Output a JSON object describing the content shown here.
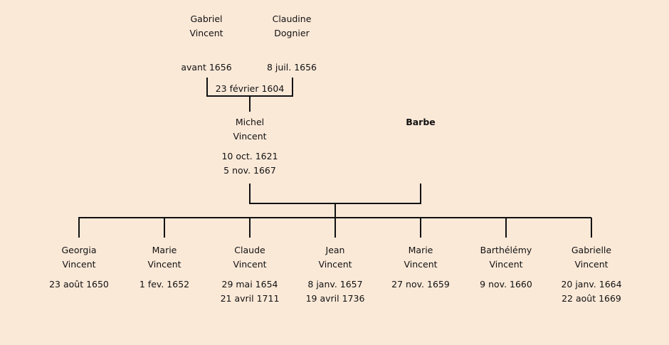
{
  "grandparents": {
    "father": {
      "first_name": "Gabriel",
      "last_name": "Vincent",
      "death": "avant 1656"
    },
    "mother": {
      "first_name": "Claudine",
      "last_name": "Dognier",
      "death": "8 juil. 1656"
    },
    "marriage": "23 février 1604"
  },
  "parents": {
    "father": {
      "first_name": "Michel",
      "last_name": "Vincent",
      "birth": "10 oct. 1621",
      "death": "5 nov. 1667"
    },
    "mother": {
      "first_name": "Barbe"
    }
  },
  "children": [
    {
      "first_name": "Georgia",
      "last_name": "Vincent",
      "birth": "23 août 1650",
      "death": ""
    },
    {
      "first_name": "Marie",
      "last_name": "Vincent",
      "birth": "1 fev. 1652",
      "death": ""
    },
    {
      "first_name": "Claude",
      "last_name": "Vincent",
      "birth": "29 mai 1654",
      "death": "21 avril 1711"
    },
    {
      "first_name": "Jean",
      "last_name": "Vincent",
      "birth": "8 janv. 1657",
      "death": "19 avril 1736"
    },
    {
      "first_name": "Marie",
      "last_name": "Vincent",
      "birth": "27 nov. 1659",
      "death": ""
    },
    {
      "first_name": "Barthélémy",
      "last_name": "Vincent",
      "birth": "9 nov. 1660",
      "death": ""
    },
    {
      "first_name": "Gabrielle",
      "last_name": "Vincent",
      "birth": "20 janv. 1664",
      "death": "22 août 1669"
    }
  ]
}
